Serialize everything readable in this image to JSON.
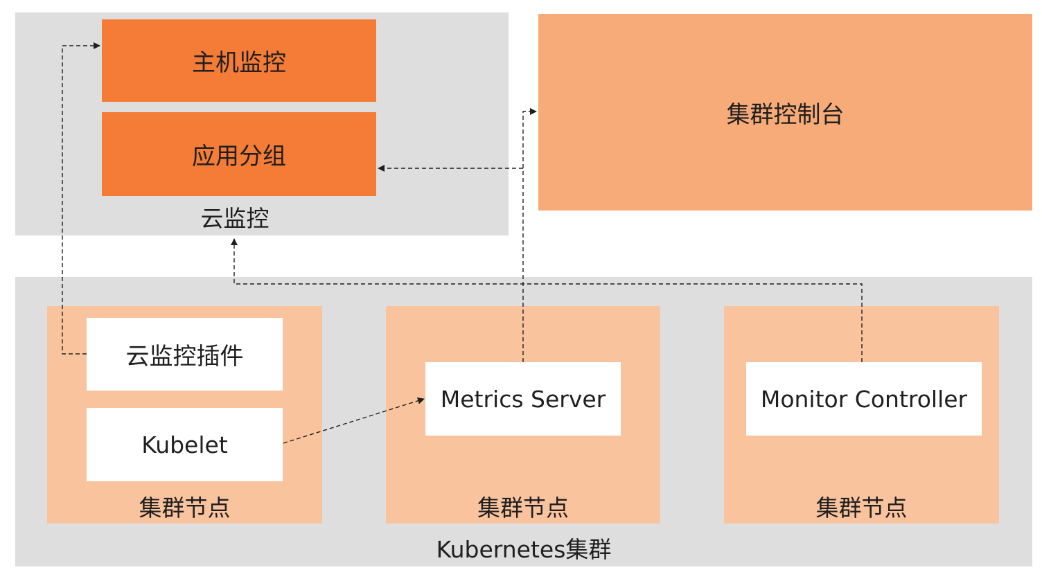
{
  "cloud_monitor": {
    "label": "云监控",
    "host_monitor": "主机监控",
    "app_group": "应用分组"
  },
  "cluster_console": {
    "label": "集群控制台"
  },
  "k8s_cluster": {
    "label": "Kubernetes集群",
    "nodes": [
      {
        "label": "集群节点",
        "components": [
          "云监控插件",
          "Kubelet"
        ]
      },
      {
        "label": "集群节点",
        "components": [
          "Metrics Server"
        ]
      },
      {
        "label": "集群节点",
        "components": [
          "Monitor Controller"
        ]
      }
    ]
  },
  "colors": {
    "panel_gray": "#dedede",
    "dark_orange": "#f47c37",
    "light_orange": "#f7ab78",
    "node_peach": "#f9c39e",
    "white": "#ffffff"
  }
}
